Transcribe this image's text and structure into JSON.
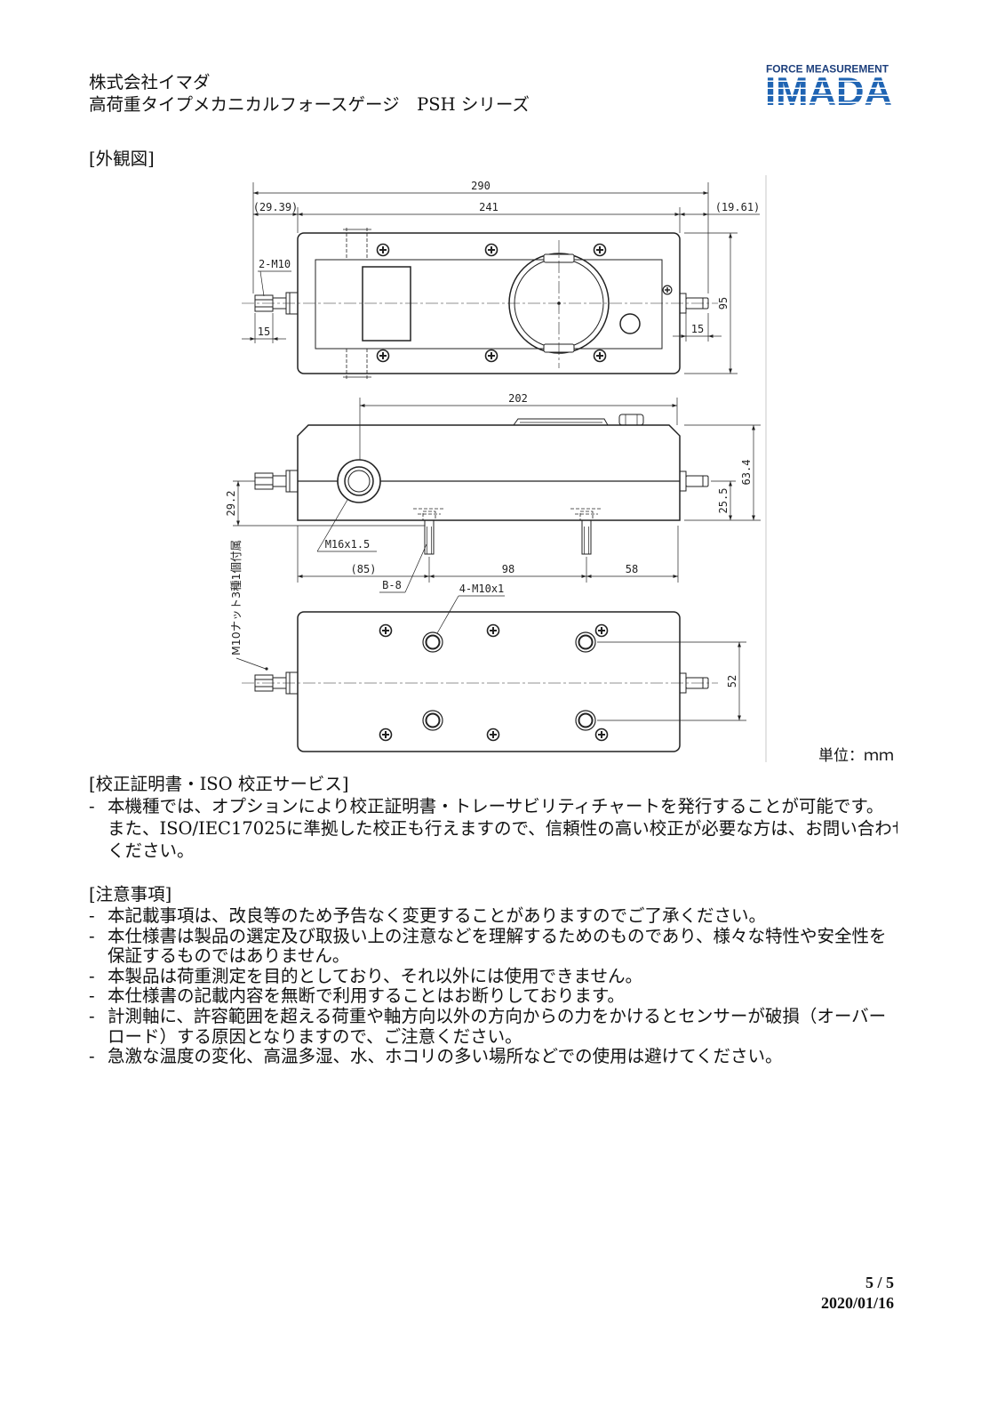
{
  "header": {
    "company": "株式会社イマダ",
    "product_series": "高荷重タイプメカニカルフォースゲージ　PSH シリーズ",
    "logo": {
      "tagline": "FORCE MEASUREMENT",
      "brand": "IMADA",
      "tagline_color": "#1d3f7c",
      "brand_color": "#1f64b3"
    }
  },
  "outline_drawing": {
    "title": "[外観図]",
    "unit_note": "単位：ｍｍ",
    "top_view": {
      "overall_length": "290",
      "left_end_offset": "(29.39)",
      "body_length": "241",
      "right_end_offset": "(19.61)",
      "end_thread": "2-M10",
      "left_thread_length": "15",
      "right_thread_length": "15",
      "width": "95"
    },
    "side_view": {
      "length_to_port": "202",
      "height": "63.4",
      "axis_height": "25.5",
      "port_axis_height": "29.2",
      "port_thread": "M16x1.5",
      "foot_left_offset": "(85)",
      "foot_pitch": "98",
      "foot_right_offset": "58",
      "foot_part": "B-8",
      "accessory_note": "M10ナット3種1個付属"
    },
    "bottom_view": {
      "mount_holes": "4-M10x1",
      "hole_pitch": "52"
    }
  },
  "calibration": {
    "title": "[校正証明書・ISO 校正サービス]",
    "bullet": "-",
    "items": [
      {
        "lines": [
          "本機種では、オプションにより校正証明書・トレーサビリティチャートを発行することが可能です。",
          "また、ISO/IEC17025に準拠した校正も行えますので、信頼性の高い校正が必要な方は、お問い合わせ",
          "ください。"
        ]
      }
    ]
  },
  "notes": {
    "title": "[注意事項]",
    "bullet": "-",
    "items": [
      {
        "lines": [
          "本記載事項は、改良等のため予告なく変更することがありますのでご了承ください。"
        ]
      },
      {
        "lines": [
          "本仕様書は製品の選定及び取扱い上の注意などを理解するためのものであり、様々な特性や安全性を",
          "保証するものではありません。"
        ]
      },
      {
        "lines": [
          "本製品は荷重測定を目的としており、それ以外には使用できません。"
        ]
      },
      {
        "lines": [
          "本仕様書の記載内容を無断で利用することはお断りしております。"
        ]
      },
      {
        "lines": [
          "計測軸に、許容範囲を超える荷重や軸方向以外の方向からの力をかけるとセンサーが破損（オーバー",
          "ロード）する原因となりますので、ご注意ください。"
        ]
      },
      {
        "lines": [
          "急激な温度の変化、高温多湿、水、ホコリの多い場所などでの使用は避けてください。"
        ]
      }
    ]
  },
  "footer": {
    "page": "5 / 5",
    "date": "2020/01/16"
  }
}
